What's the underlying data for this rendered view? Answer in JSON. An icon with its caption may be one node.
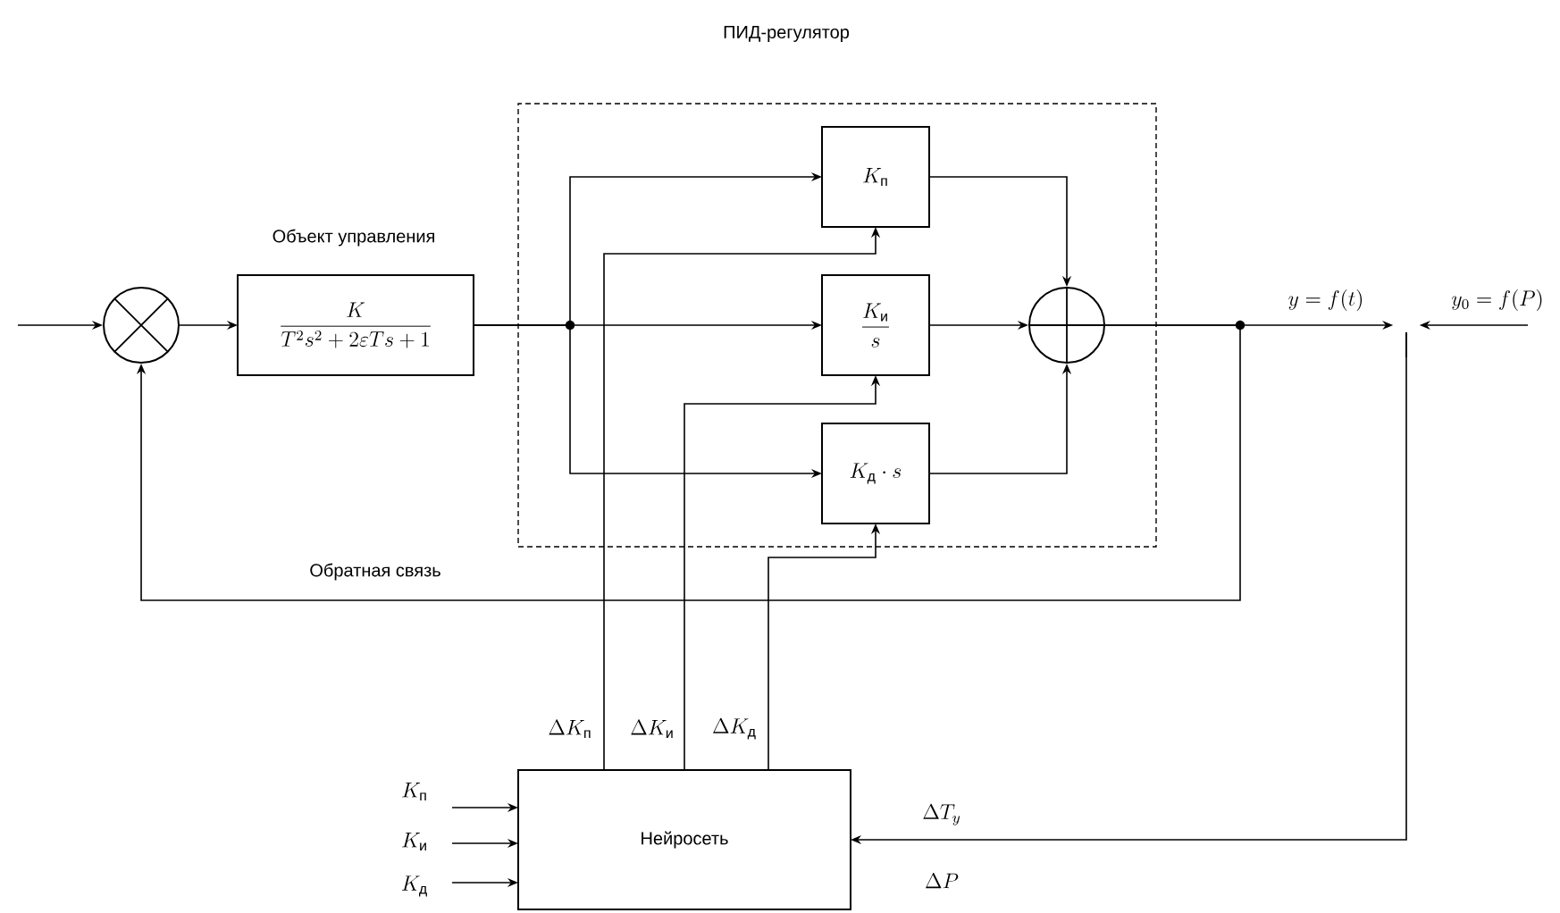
{
  "diagram": {
    "nodes": [
      {
        "text": [
          "ПИД-регулятор"
        ]
      },
      {
        "text": [],
        "shape": "circle"
      },
      {
        "text": [
          "Объект управления",
          "\\frac{K}{T^2s^2+2\\varepsilon Ts+1}"
        ]
      },
      {
        "text": [
          "K_{\\text{п}}"
        ],
        "in": 0
      },
      {
        "text": [
          "\\frac{K_{\\text{и}}}{s}"
        ],
        "in": 0
      },
      {
        "text": [
          "K_{\\text{д}}\\cdot s"
        ],
        "in": 0
      },
      {
        "text": [],
        "shape": "circle",
        "in": 0
      },
      {
        "text": [],
        "shape": "bar"
      },
      {
        "text": [
          "Нейросеть"
        ]
      }
    ],
    "edges": [
      {
        "from": null,
        "to": 1,
        "arrow": "to"
      },
      {
        "from": 1,
        "to": 2,
        "arrow": "to"
      },
      {
        "from": 2,
        "to": 3,
        "arrow": "to"
      },
      {
        "from": 2,
        "to": 4,
        "arrow": "to"
      },
      {
        "from": 2,
        "to": 5,
        "arrow": "to"
      },
      {
        "from": 3,
        "to": 6,
        "arrow": "to"
      },
      {
        "from": 4,
        "to": 6,
        "arrow": "to"
      },
      {
        "from": 5,
        "to": 6,
        "arrow": "to"
      },
      {
        "from": 6,
        "to": 7,
        "arrow": "to",
        "label": "y=f(t)"
      },
      {
        "from": null,
        "to": 7,
        "arrow": "to",
        "label": "y_0=f(P)"
      },
      {
        "from": 7,
        "to": 8,
        "arrow": "to",
        "label": "\\Delta T_y"
      },
      {
        "from": 6,
        "to": 1,
        "arrow": "to",
        "label": "Обратная связь"
      },
      {
        "from": 8,
        "to": 3,
        "arrow": "to",
        "label": "\\Delta K_{\\text{п}}"
      },
      {
        "from": 8,
        "to": 4,
        "arrow": "to",
        "label": "\\Delta K_{\\text{и}}"
      },
      {
        "from": 8,
        "to": 5,
        "arrow": "to",
        "label": "\\Delta K_{\\text{д}}"
      },
      {
        "from": null,
        "to": 8,
        "arrow": "to",
        "label": "K_{\\text{п}}"
      },
      {
        "from": null,
        "to": 8,
        "arrow": "to",
        "label": "K_{\\text{и}}"
      },
      {
        "from": null,
        "to": 8,
        "arrow": "to",
        "label": "K_{\\text{д}}"
      }
    ],
    "labels": [
      "\\Delta P"
    ]
  }
}
